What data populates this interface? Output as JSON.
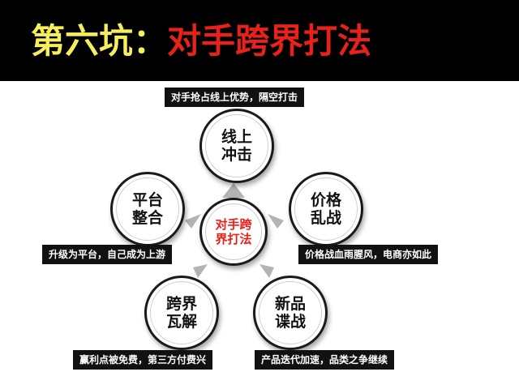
{
  "header": {
    "title_part1": "第六坑",
    "title_colon": "：",
    "title_part2": "对手跨界打法"
  },
  "center": {
    "line1": "对手跨",
    "line2": "界打法"
  },
  "nodes": {
    "top": {
      "line1": "线上",
      "line2": "冲击",
      "tag": "对手抢占线上优势，隔空打击"
    },
    "right": {
      "line1": "价格",
      "line2": "乱战",
      "tag": "价格战血雨腥风，电商亦如此"
    },
    "bottom_right": {
      "line1": "新品",
      "line2": "谍战",
      "tag": "产品迭代加速，品类之争继续"
    },
    "bottom_left": {
      "line1": "跨界",
      "line2": "瓦解",
      "tag": "赢利点被免费，第三方付费兴"
    },
    "left": {
      "line1": "平台",
      "line2": "整合",
      "tag": "升级为平台，自己成为上游"
    }
  },
  "colors": {
    "header_bg": "#000000",
    "title_yellow": "#f6ee5a",
    "title_red": "#e8211a",
    "center_text": "#e8211a",
    "arrow": "#b3b3b3",
    "tag_bg": "#111111"
  },
  "icons": {
    "arrow": "grey-triangle-arrow"
  }
}
